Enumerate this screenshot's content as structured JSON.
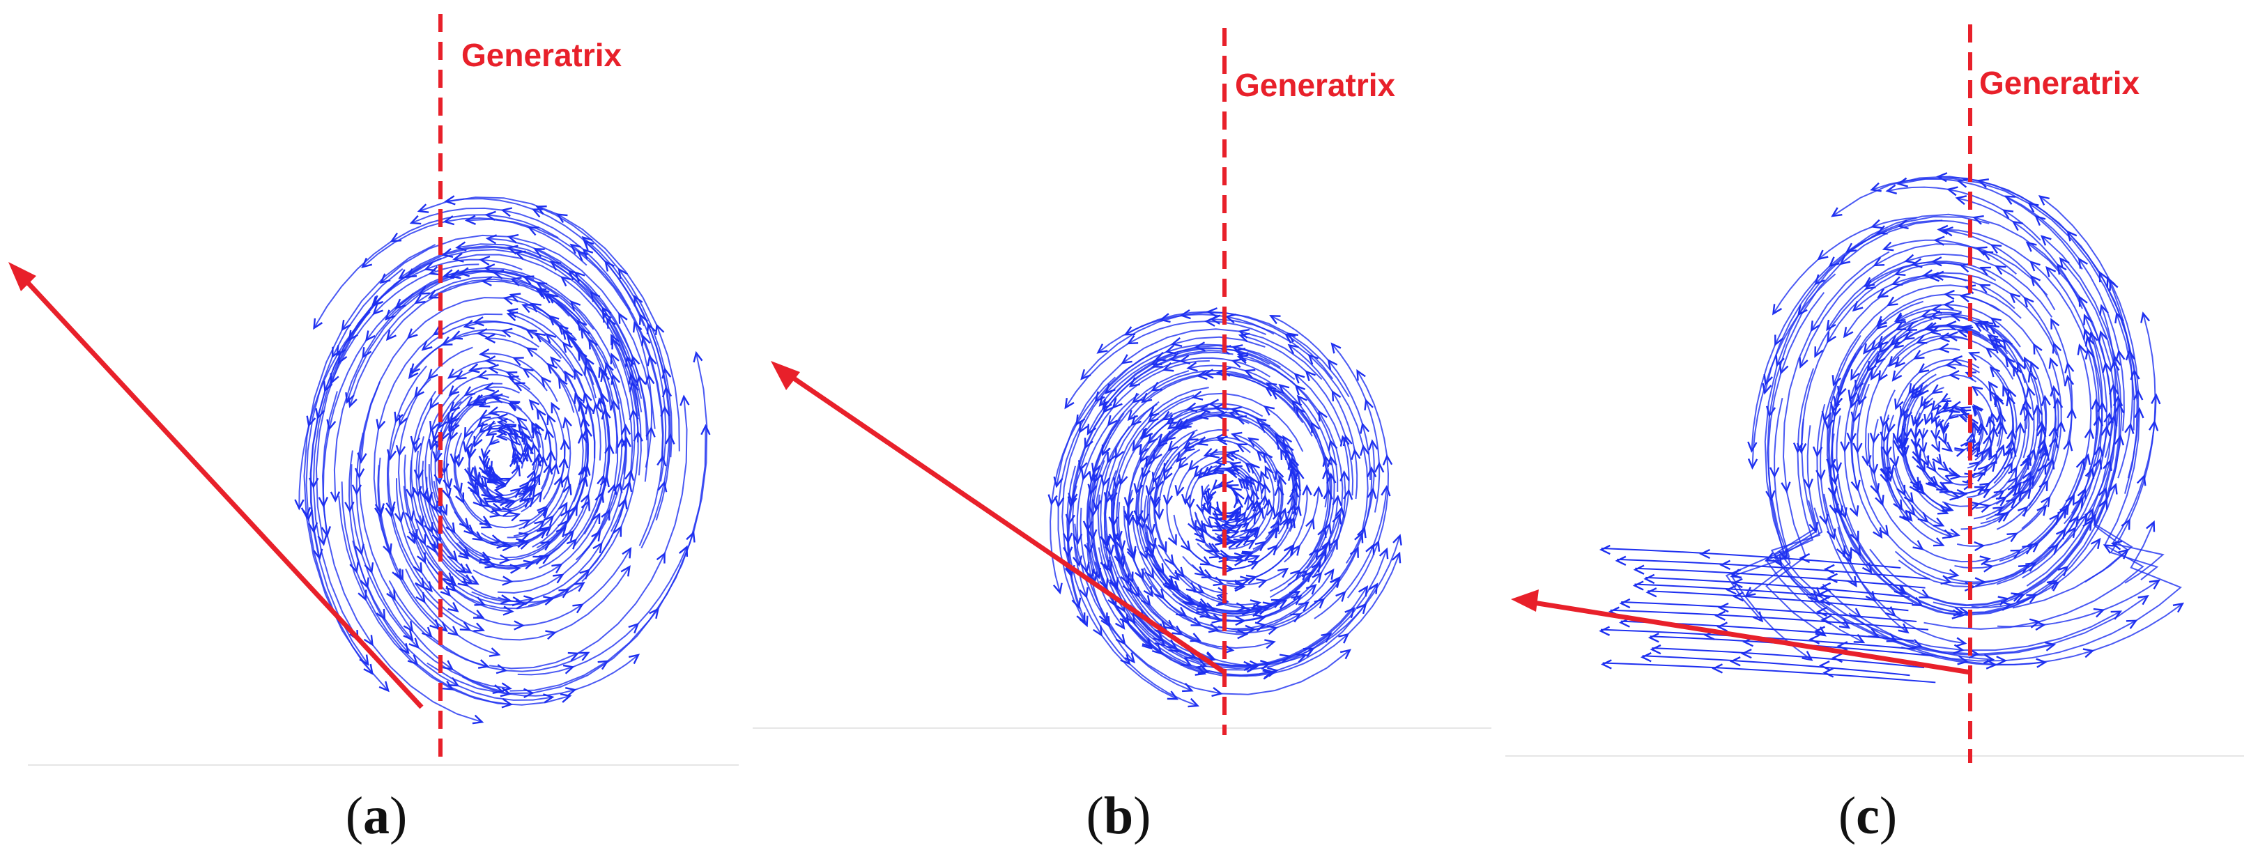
{
  "colors": {
    "flow": "#1d2ff0",
    "marker": "#e8202a",
    "baseline": "#e6e6e6"
  },
  "panels": [
    {
      "id": "a",
      "caption_open": "(",
      "caption_letter": "a",
      "caption_close": ")",
      "generatrix_label": "Generatrix"
    },
    {
      "id": "b",
      "caption_open": "(",
      "caption_letter": "b",
      "caption_close": ")",
      "generatrix_label": "Generatrix"
    },
    {
      "id": "c",
      "caption_open": "(",
      "caption_letter": "c",
      "caption_close": ")",
      "generatrix_label": "Generatrix"
    }
  ]
}
